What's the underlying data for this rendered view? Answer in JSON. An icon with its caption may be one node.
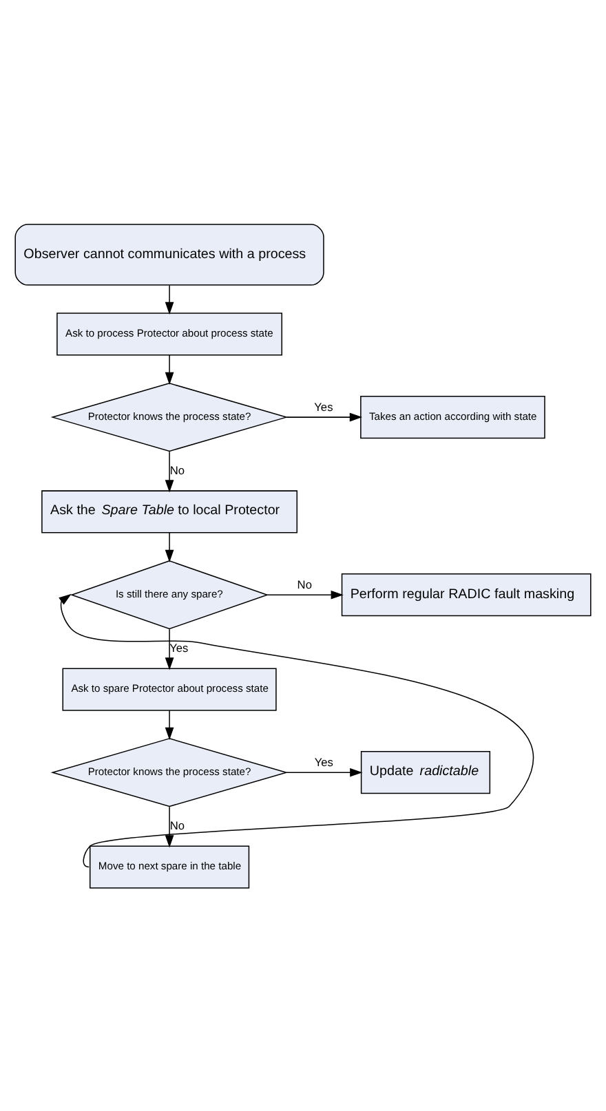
{
  "diagram": {
    "nodes": [
      {
        "text": [
          "Observer cannot communicates with a process"
        ]
      },
      {
        "text": [
          "Ask to process Protector about process state"
        ]
      },
      {
        "text": [
          "Protector knows the process state?"
        ]
      },
      {
        "text": [
          "Takes an action according with state"
        ]
      },
      {
        "text": [
          "Ask the *Spare Table* to local Protector"
        ]
      },
      {
        "text": [
          "Is still there any spare?"
        ]
      },
      {
        "text": [
          "Perform regular RADIC fault masking"
        ]
      },
      {
        "text": [
          "Ask to spare Protector about process state"
        ]
      },
      {
        "text": [
          "Protector knows the process state?"
        ]
      },
      {
        "text": [
          "Update *radictable*"
        ]
      },
      {
        "text": [
          "Move to next spare in the table"
        ]
      }
    ],
    "edges": [
      {
        "from": 0,
        "to": 1,
        "arrow": "to"
      },
      {
        "from": 1,
        "to": 2,
        "arrow": "to"
      },
      {
        "from": 2,
        "to": 3,
        "arrow": "to",
        "label": "Yes"
      },
      {
        "from": 2,
        "to": 4,
        "arrow": "to",
        "label": "No"
      },
      {
        "from": 4,
        "to": 5,
        "arrow": "to"
      },
      {
        "from": 5,
        "to": 6,
        "arrow": "to",
        "label": "No"
      },
      {
        "from": 5,
        "to": 7,
        "arrow": "to",
        "label": "Yes"
      },
      {
        "from": 7,
        "to": 8,
        "arrow": "to"
      },
      {
        "from": 8,
        "to": 9,
        "arrow": "to",
        "label": "Yes"
      },
      {
        "from": 8,
        "to": 10,
        "arrow": "to",
        "label": "No"
      },
      {
        "from": 10,
        "to": 5,
        "arrow": "to"
      }
    ]
  }
}
